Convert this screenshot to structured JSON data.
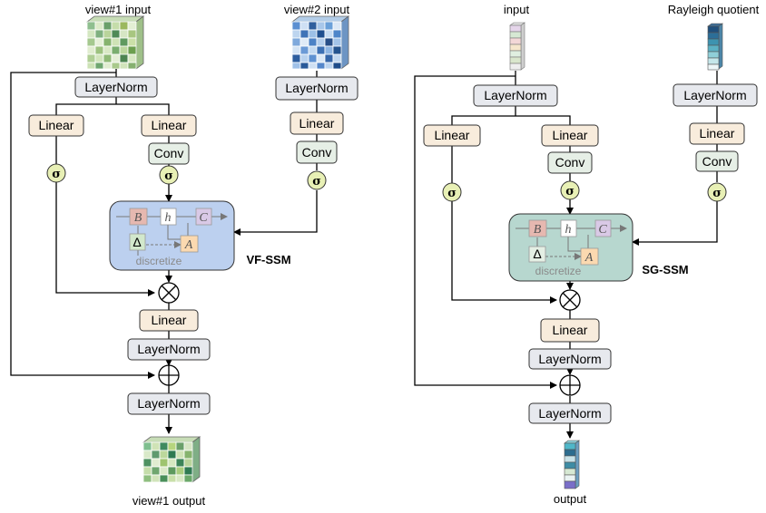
{
  "left": {
    "input_label": "view#1 input",
    "input2_label": "view#2 input",
    "output_label": "view#1 output",
    "ssm_label": "VF-SSM",
    "blocks": {
      "layernorm": "LayerNorm",
      "linear": "Linear",
      "conv": "Conv",
      "sigma": "σ"
    }
  },
  "right": {
    "input_label": "input",
    "input2_label": "Rayleigh quotient",
    "output_label": "output",
    "ssm_label": "SG-SSM",
    "blocks": {
      "layernorm": "LayerNorm",
      "linear": "Linear",
      "conv": "Conv",
      "sigma": "σ"
    }
  },
  "ssm_inner": {
    "b": "B",
    "h": "h",
    "c": "C",
    "delta": "Δ",
    "a": "A",
    "discretize": "discretize"
  },
  "colors": {
    "layernorm_fill": "#e7e9ee",
    "linear_fill": "#f8ecdc",
    "conv_fill": "#e6efe6",
    "sigma_fill": "#e8f0b5",
    "vfssm_fill": "#bcd0ef",
    "sgssm_fill": "#b7d7cf"
  }
}
